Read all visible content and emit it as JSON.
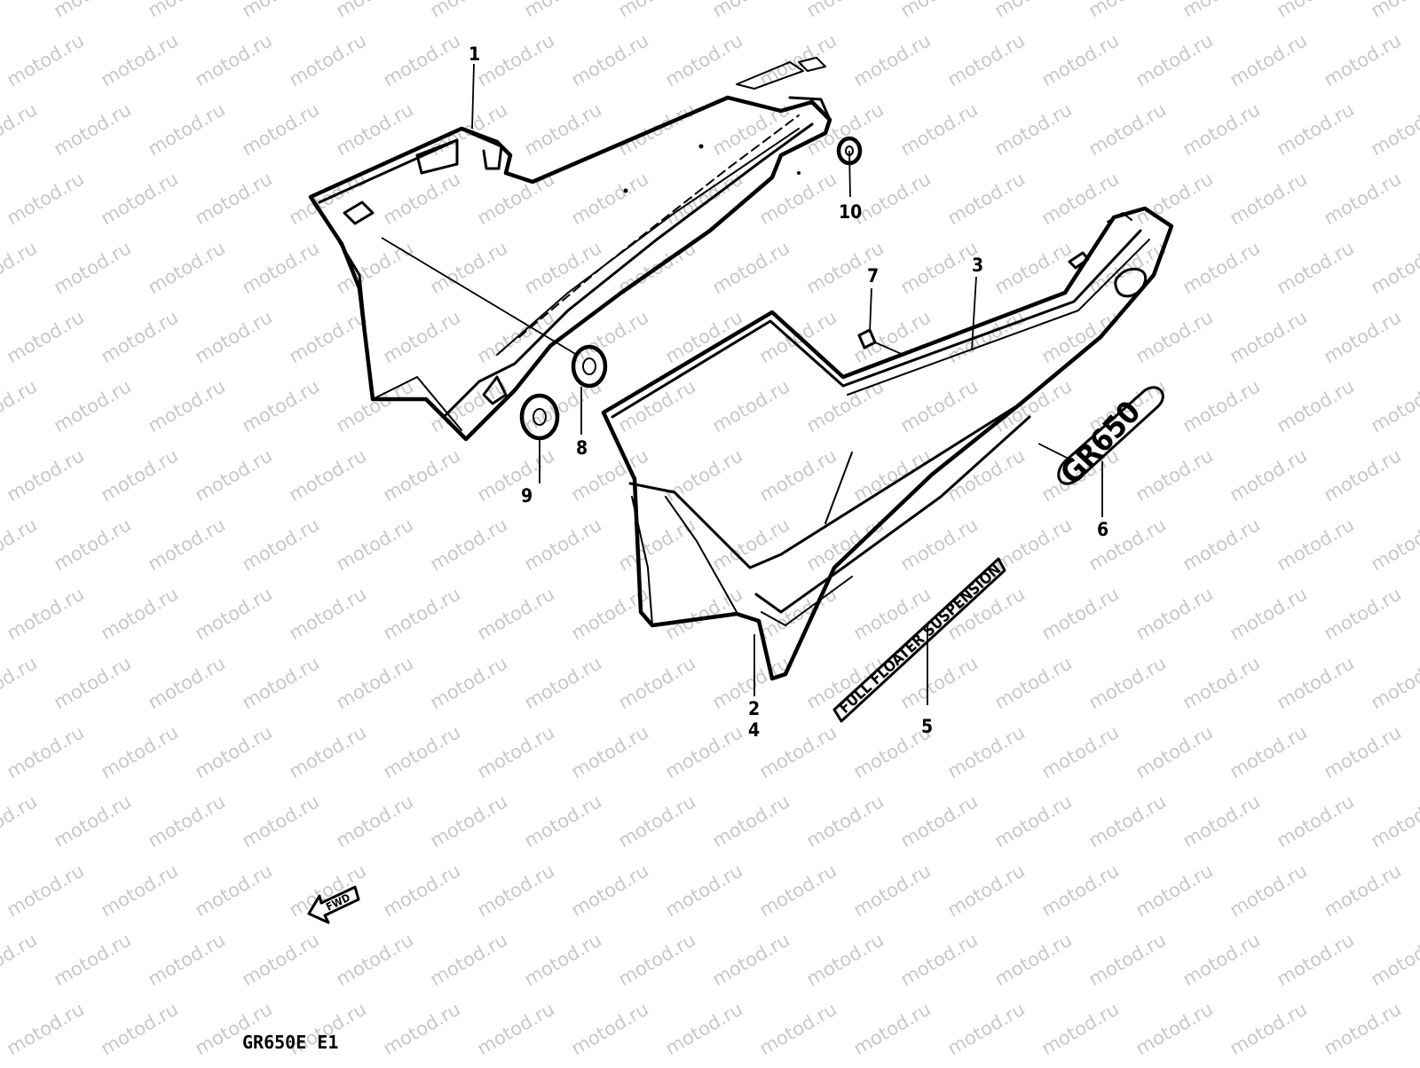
{
  "watermark": {
    "text": "motod.ru",
    "color": "#c8c8c8"
  },
  "callouts": {
    "frame_cover_left": "1",
    "frame_cover_right": "2",
    "frame_cover_stripe": "3",
    "frame_cover_lower": "4",
    "emblem_suspension": "5",
    "emblem_model": "6",
    "clip": "7",
    "cushion_a": "8",
    "cushion_b": "9",
    "cushion_c": "10"
  },
  "decals": {
    "suspension_text": "FULL FLOATER SUSPENSION",
    "model_text": "GR650"
  },
  "fwd_arrow": {
    "label": "FWD",
    "icon": "forward-arrow-icon"
  },
  "model_code": "GR650E  E1",
  "colors": {
    "line": "#000000",
    "background": "#ffffff"
  }
}
